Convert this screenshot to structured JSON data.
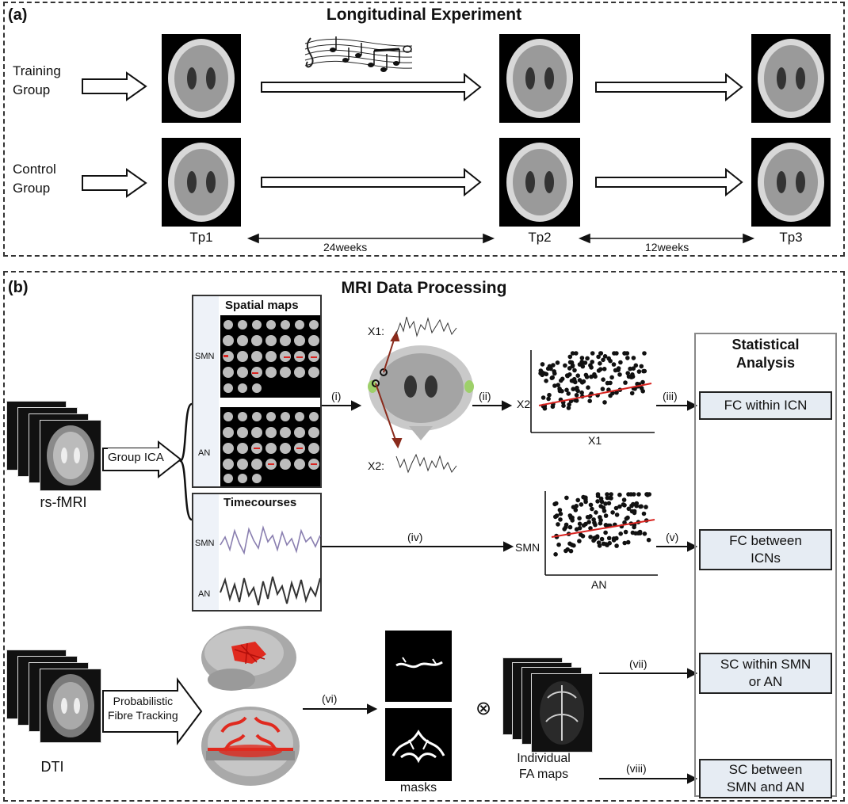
{
  "panel_a": {
    "tag": "(a)",
    "title": "Longitudinal Experiment",
    "training_group": "Training\nGroup",
    "control_group": "Control\nGroup",
    "tp1": "Tp1",
    "tp2": "Tp2",
    "tp3": "Tp3",
    "interval1": "24weeks",
    "interval2": "12weeks"
  },
  "panel_b": {
    "tag": "(b)",
    "title": "MRI Data Processing",
    "rs_fmri": "rs-fMRI",
    "group_ica": "Group ICA",
    "spatial_maps": "Spatial maps",
    "timecourses": "Timecourses",
    "smn": "SMN",
    "an": "AN",
    "x1": "X1:",
    "x2": "X2:",
    "step_i": "(i)",
    "step_ii": "(ii)",
    "step_iii": "(iii)",
    "step_iv": "(iv)",
    "step_v": "(v)",
    "step_vi": "(vi)",
    "step_vii": "(vii)",
    "step_viii": "(viii)",
    "scatter1_y": "X2",
    "scatter1_x": "X1",
    "scatter2_y": "SMN",
    "scatter2_x": "AN",
    "statistical_analysis": "Statistical\nAnalysis",
    "fc_within": "FC within ICN",
    "fc_between": "FC between\nICNs",
    "sc_within": "SC within SMN\nor AN",
    "sc_between": "SC between\nSMN and AN",
    "dti": "DTI",
    "prob_tracking": "Probabilistic\nFibre Tracking",
    "masks": "masks",
    "otimes": "⊗",
    "individual_fa": "Individual\nFA maps"
  },
  "colors": {
    "accent_red": "#d9231f",
    "box_fill": "#e6ecf3",
    "dash": "#333333"
  }
}
